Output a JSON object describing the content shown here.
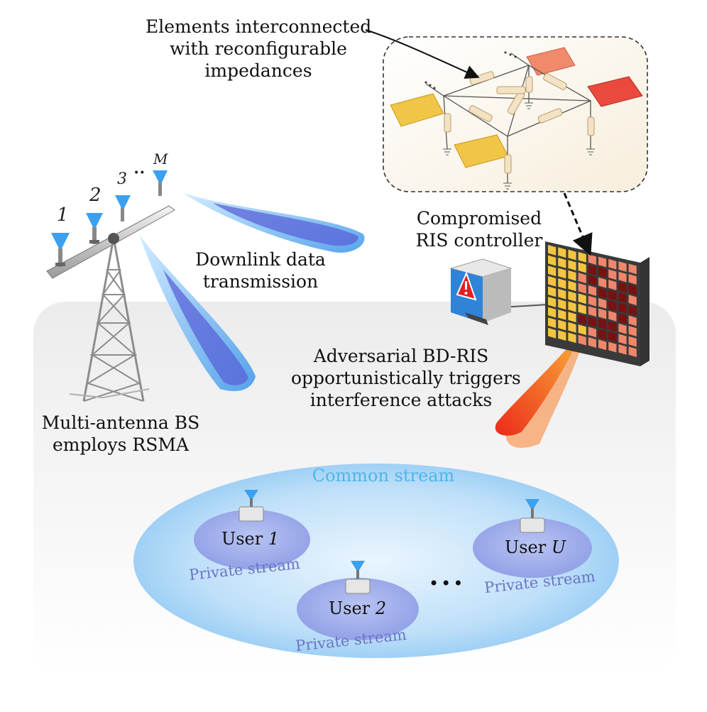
{
  "labels": {
    "elements_line1": "Elements interconnected",
    "elements_line2": "with reconfigurable",
    "elements_line3": "impedances",
    "compromised_line1": "Compromised",
    "compromised_line2": "RIS controller",
    "downlink_line1": "Downlink data",
    "downlink_line2": "transmission",
    "adversarial_line1": "Adversarial BD-RIS",
    "adversarial_line2": "opportunistically triggers",
    "adversarial_line3": "interference attacks",
    "bs_line1": "Multi-antenna BS",
    "bs_line2": "employs RSMA",
    "common_stream": "Common stream"
  },
  "antennas": {
    "a1": "1",
    "a2": "2",
    "a3": "3",
    "dots": "••",
    "aM": "M"
  },
  "users": [
    {
      "prefix": "User ",
      "index": "1",
      "stream": "Private stream"
    },
    {
      "prefix": "User ",
      "index": "2",
      "stream": "Private stream"
    },
    {
      "prefix": "User ",
      "index": "U",
      "stream": "Private stream"
    }
  ],
  "ellipsis": "•••",
  "icons": [
    "antenna-icon",
    "tower-icon",
    "computer-icon",
    "warning-icon",
    "ris-panel-icon",
    "user-device-icon",
    "beam-icon",
    "impedance-network-icon"
  ],
  "colors": {
    "beam_blue": "#4aa9f0",
    "beam_core": "#5a63d8",
    "attack_red": "#e8231b",
    "attack_orange": "#f47a22",
    "common_stream_text": "#4fb5ea",
    "private_stream_text": "#6b73c6",
    "ris_yellow": "#f3c542",
    "ris_salmon": "#f0866a",
    "ris_dark": "#7a1010"
  }
}
